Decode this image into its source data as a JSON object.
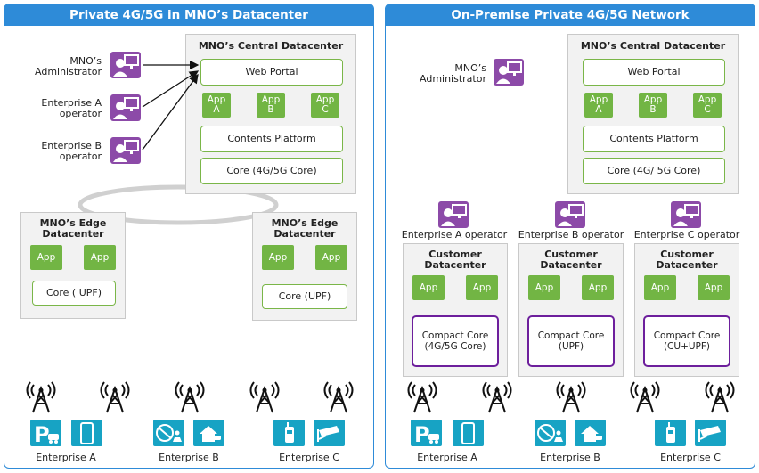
{
  "left": {
    "title": "Private 4G/5G in MNO’s Datacenter",
    "central_title": "MNO’s Central Datacenter",
    "web_portal": "Web Portal",
    "apps": [
      "App\nA",
      "App\nB",
      "App\nC"
    ],
    "contents_platform": "Contents Platform",
    "core": "Core (4G/5G Core)",
    "users": [
      "MNO’s\nAdministrator",
      "Enterprise A\noperator",
      "Enterprise B\noperator"
    ],
    "edge_title": "MNO’s Edge\nDatacenter",
    "edge_app": "App",
    "edge_core_1": "Core ( UPF)",
    "edge_core_2": "Core (UPF)",
    "enterprises": [
      "Enterprise A",
      "Enterprise B",
      "Enterprise C"
    ]
  },
  "right": {
    "title": "On-Premise Private 4G/5G Network",
    "central_title": "MNO’s Central Datacenter",
    "web_portal": "Web Portal",
    "apps": [
      "App\nA",
      "App\nB",
      "App\nC"
    ],
    "contents_platform": "Contents Platform",
    "core": "Core (4G/ 5G Core)",
    "admin": "MNO’s\nAdministrator",
    "operators": [
      "Enterprise A operator",
      "Enterprise B operator",
      "Enterprise C operator"
    ],
    "customer_title": "Customer\nDatacenter",
    "app": "App",
    "compact_cores": [
      "Compact Core\n(4G/5G Core)",
      "Compact Core\n(UPF)",
      "Compact Core\n(CU+UPF)"
    ],
    "enterprises": [
      "Enterprise A",
      "Enterprise B",
      "Enterprise C"
    ]
  },
  "colors": {
    "panel_blue": "#2e8bd8",
    "app_green": "#72b544",
    "user_purple": "#8c4aa8",
    "compact_purple": "#6d1f9c",
    "device_teal": "#17a3c4"
  }
}
